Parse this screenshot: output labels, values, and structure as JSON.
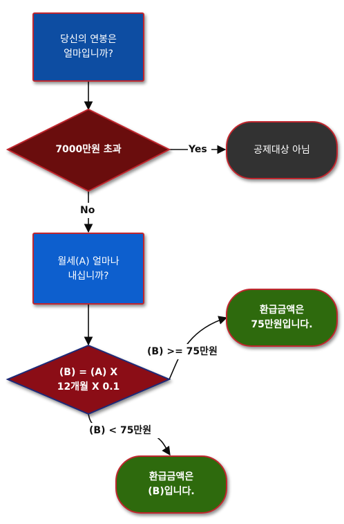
{
  "diagram": {
    "nodes": {
      "q_salary": {
        "lines": [
          "당신의 연봉은",
          "얼마입니까?"
        ],
        "shape": "rect",
        "fill": "#0b4ea2"
      },
      "d_over": {
        "lines": [
          "7000만원 초과"
        ],
        "shape": "diamond",
        "fill": "#6a0a0a"
      },
      "t_not_eligible": {
        "lines": [
          "공제대상 아님"
        ],
        "shape": "terminal",
        "fill": "#333333"
      },
      "q_rent": {
        "lines": [
          "월세(A) 얼마나",
          "내십니까?"
        ],
        "shape": "rect",
        "fill": "#0f5fce"
      },
      "d_calc": {
        "lines": [
          "(B) = (A) X",
          "12개월 X 0.1"
        ],
        "shape": "diamond",
        "fill": "#8b1016"
      },
      "t_refund_75": {
        "lines": [
          "환급금액은",
          "75만원입니다."
        ],
        "shape": "terminal",
        "fill": "#2f6a10"
      },
      "t_refund_b": {
        "lines": [
          "환급금액은",
          "(B)입니다."
        ],
        "shape": "terminal",
        "fill": "#2f6a10"
      }
    },
    "edges": {
      "yes": "Yes",
      "no": "No",
      "ge75": "(B) >= 75만원",
      "lt75": "(B) < 75만원"
    },
    "colors": {
      "node_border": "#c0282f",
      "edge": "#0b0b0b"
    }
  }
}
